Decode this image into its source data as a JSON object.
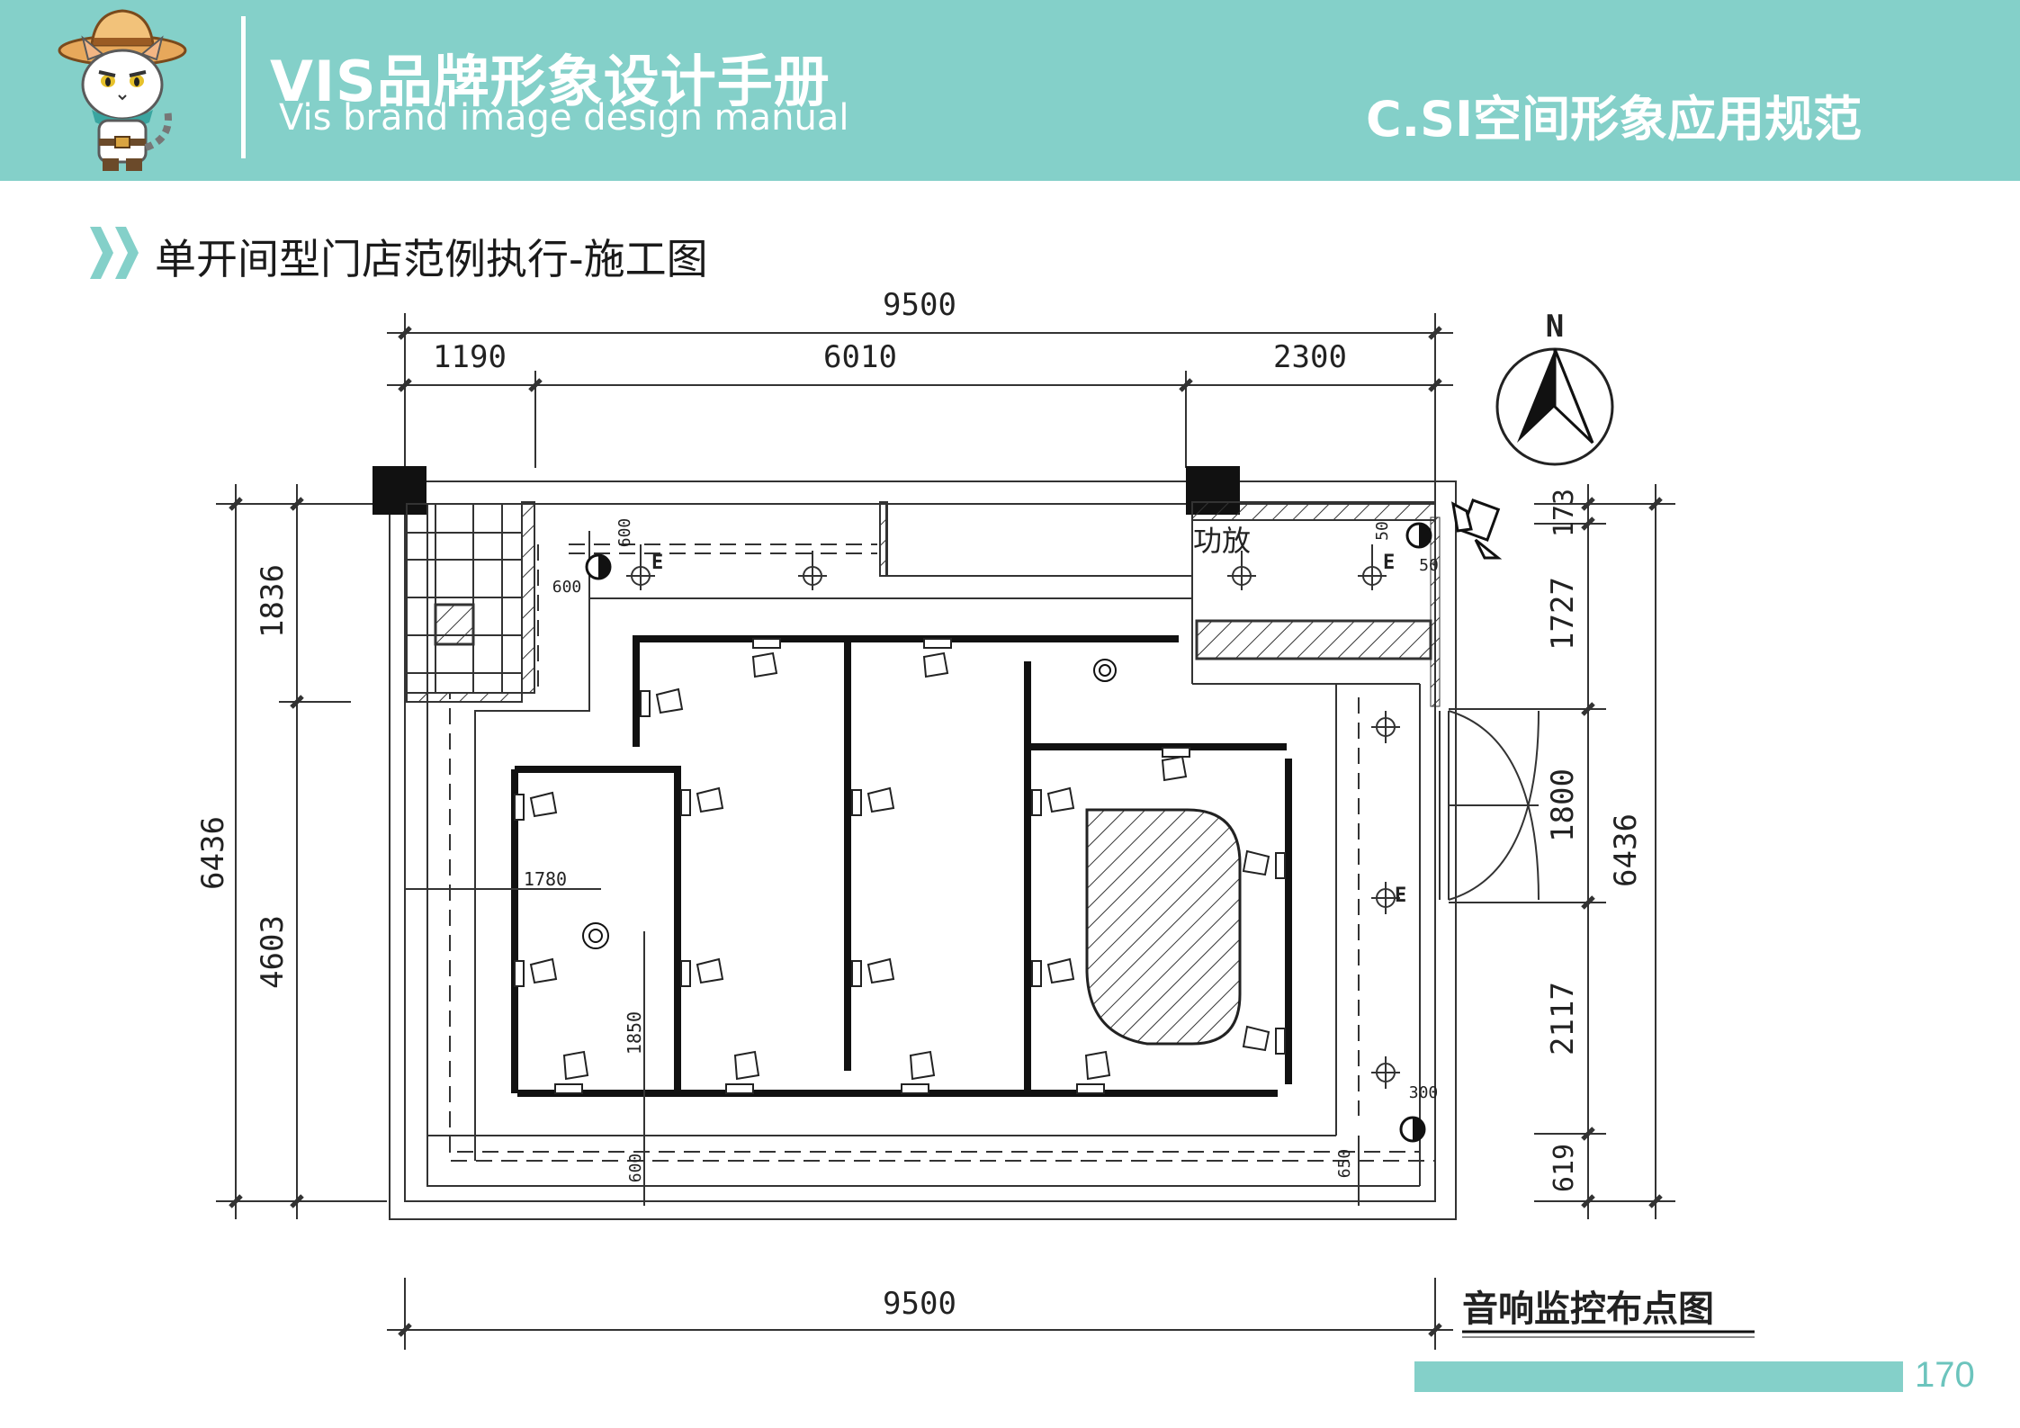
{
  "header": {
    "title_cn": "VIS品牌形象设计手册",
    "title_en": "Vis brand image design manual",
    "section": "C.SI空间形象应用规范",
    "background_color": "#84d0c9"
  },
  "page": {
    "subtitle": "单开间型门店范例执行-施工图",
    "number": "170"
  },
  "plan": {
    "north": "N",
    "dimensions": {
      "total_top": "9500",
      "top_left": "1190",
      "top_middle": "6010",
      "top_right": "2300",
      "bottom_total": "9500",
      "left_total": "6436",
      "left_upper": "1836",
      "left_lower": "4603",
      "right_total": "6436",
      "right_a": "173",
      "right_b": "1727",
      "right_door": "1800",
      "right_c": "2117",
      "right_d": "619"
    },
    "small_dims": {
      "d600_top": "600",
      "d600_side": "600",
      "d50_a": "50",
      "d50_b": "50",
      "d1780": "1780",
      "d1850": "1850",
      "d600_bottom": "600",
      "d650": "650",
      "d300": "300"
    },
    "labels": {
      "amplifier": "功放",
      "drawing_title": "音响监控布点图",
      "e_mark": "E"
    }
  }
}
